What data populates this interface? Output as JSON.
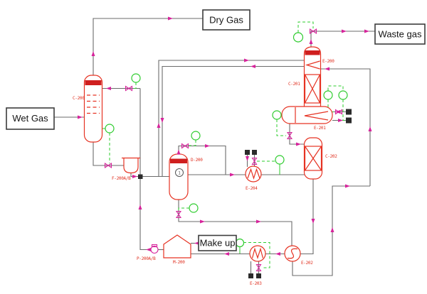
{
  "stream_boxes": {
    "wet_gas": "Wet Gas",
    "dry_gas": "Dry Gas",
    "waste_gas": "Waste gas",
    "make_up": "Make up"
  },
  "equipment_tags": {
    "absorber": "C-200",
    "regenerator": "C-201",
    "stripper": "C-202",
    "flash_drum": "D-200",
    "condenser_coil": "E-200",
    "reboiler": "E-201",
    "lean_rich_exchanger": "E-202",
    "trim_heater": "E-203",
    "gas_heater": "E-204",
    "filter": "F-200A/B",
    "pump": "P-200A/B",
    "makeup_tank": "M-200"
  },
  "annotations": {
    "flash_drum_internal_mark": "1"
  },
  "colors": {
    "equipment": "#e63323",
    "band": "#cf1f1f",
    "instrument": "#2ecc2e",
    "valve": "#d6239b",
    "line": "#6b6b6b",
    "box_border": "#3c3c3c",
    "box_text": "#141414",
    "tag_text": "#e03020",
    "tiein": "#2b2b2b"
  }
}
